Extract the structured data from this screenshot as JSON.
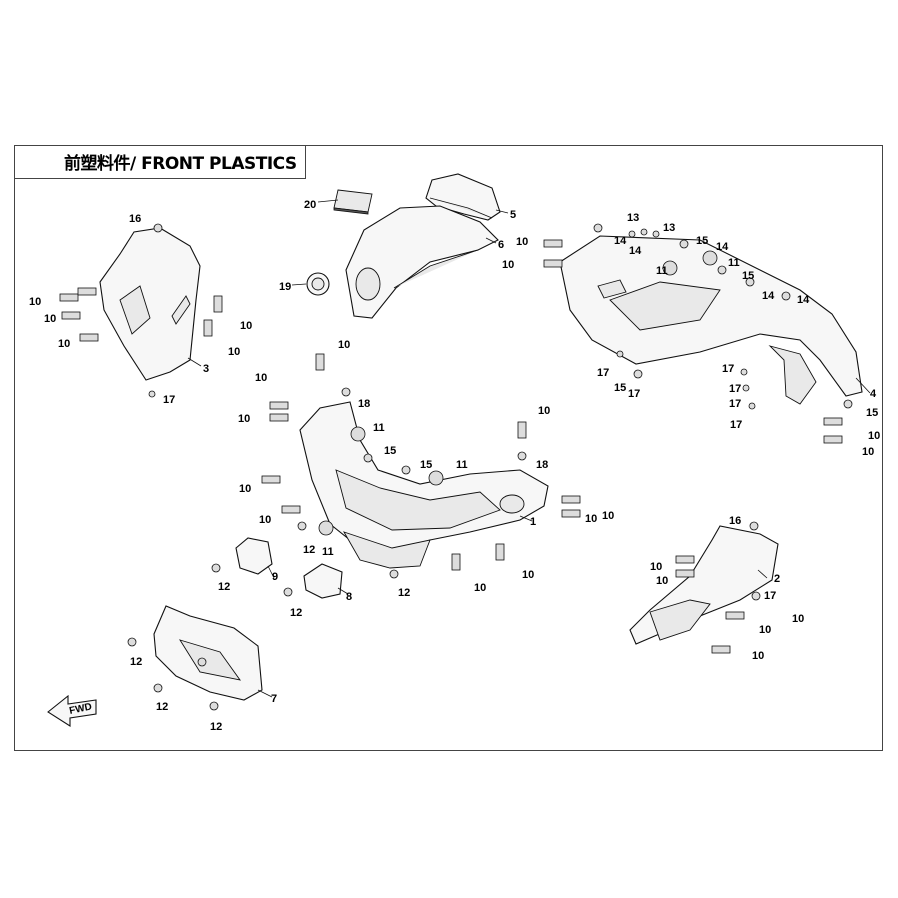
{
  "diagram": {
    "title": "前塑料件/ FRONT PLASTICS",
    "fwd_label": "FWD",
    "callouts": {
      "p1": "1",
      "p2": "2",
      "p3": "3",
      "p4": "4",
      "p5": "5",
      "p6": "6",
      "p7": "7",
      "p8": "8",
      "p9": "9",
      "p10": "10",
      "p11": "11",
      "p12": "12",
      "p13": "13",
      "p14": "14",
      "p15": "15",
      "p16": "16",
      "p17": "17",
      "p18": "18",
      "p19": "19",
      "p20": "20"
    }
  }
}
